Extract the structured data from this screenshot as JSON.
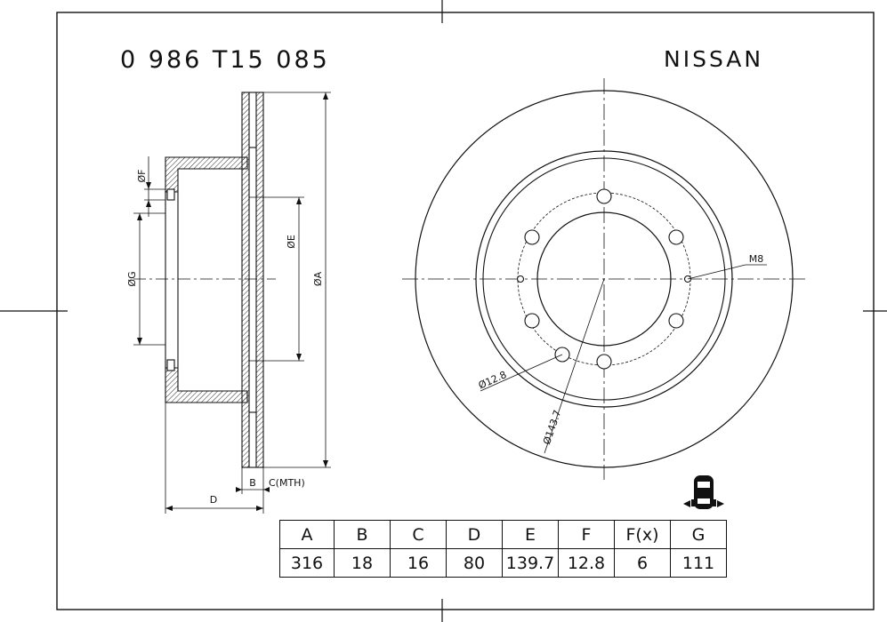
{
  "header": {
    "part_number": "0 986 T15 085",
    "brand": "NISSAN"
  },
  "side_view": {
    "labels": {
      "f": "ØF",
      "e": "ØE",
      "g": "ØG",
      "a": "ØA",
      "b": "B",
      "c": "C(MTH)",
      "d": "D"
    }
  },
  "front_view": {
    "labels": {
      "bolt_thread": "M8",
      "hole_diameter": "Ø12.8",
      "pcd": "Ø143.7"
    }
  },
  "position_icon": "car-rear-axle-icon",
  "dimension_table": {
    "headers": [
      "A",
      "B",
      "C",
      "D",
      "E",
      "F",
      "F(x)",
      "G"
    ],
    "values": [
      "316",
      "18",
      "16",
      "80",
      "139.7",
      "12.8",
      "6",
      "111"
    ]
  }
}
